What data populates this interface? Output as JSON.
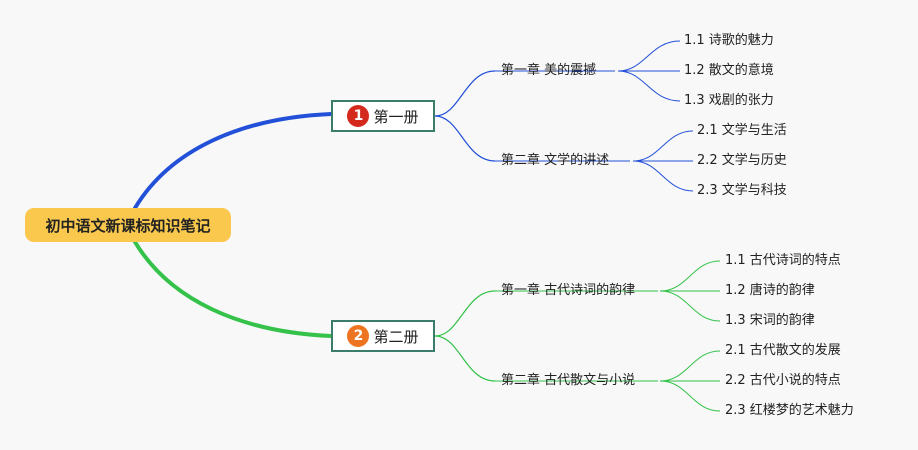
{
  "root": {
    "title": "初中语文新课标知识笔记"
  },
  "books": [
    {
      "badge": "1",
      "title": "第一册",
      "color": "#2250d8",
      "chapters": [
        {
          "title": "第一章 美的震撼",
          "sections": [
            "1.1 诗歌的魅力",
            "1.2 散文的意境",
            "1.3 戏剧的张力"
          ]
        },
        {
          "title": "第二章 文学的讲述",
          "sections": [
            "2.1 文学与生活",
            "2.2 文学与历史",
            "2.3 文学与科技"
          ]
        }
      ]
    },
    {
      "badge": "2",
      "title": "第二册",
      "color": "#34c24a",
      "chapters": [
        {
          "title": "第一章 古代诗词的韵律",
          "sections": [
            "1.1 古代诗词的特点",
            "1.2 唐诗的韵律",
            "1.3 宋词的韵律"
          ]
        },
        {
          "title": "第二章 古代散文与小说",
          "sections": [
            "2.1 古代散文的发展",
            "2.2 古代小说的特点",
            "2.3 红楼梦的艺术魅力"
          ]
        }
      ]
    }
  ],
  "colors": {
    "root_bg": "#f9c84d",
    "book_border": "#3b7d6a",
    "branch_blue": "#2250d8",
    "branch_green": "#34c24a",
    "badge_red": "#d42a1d",
    "badge_orange": "#ed7420"
  }
}
